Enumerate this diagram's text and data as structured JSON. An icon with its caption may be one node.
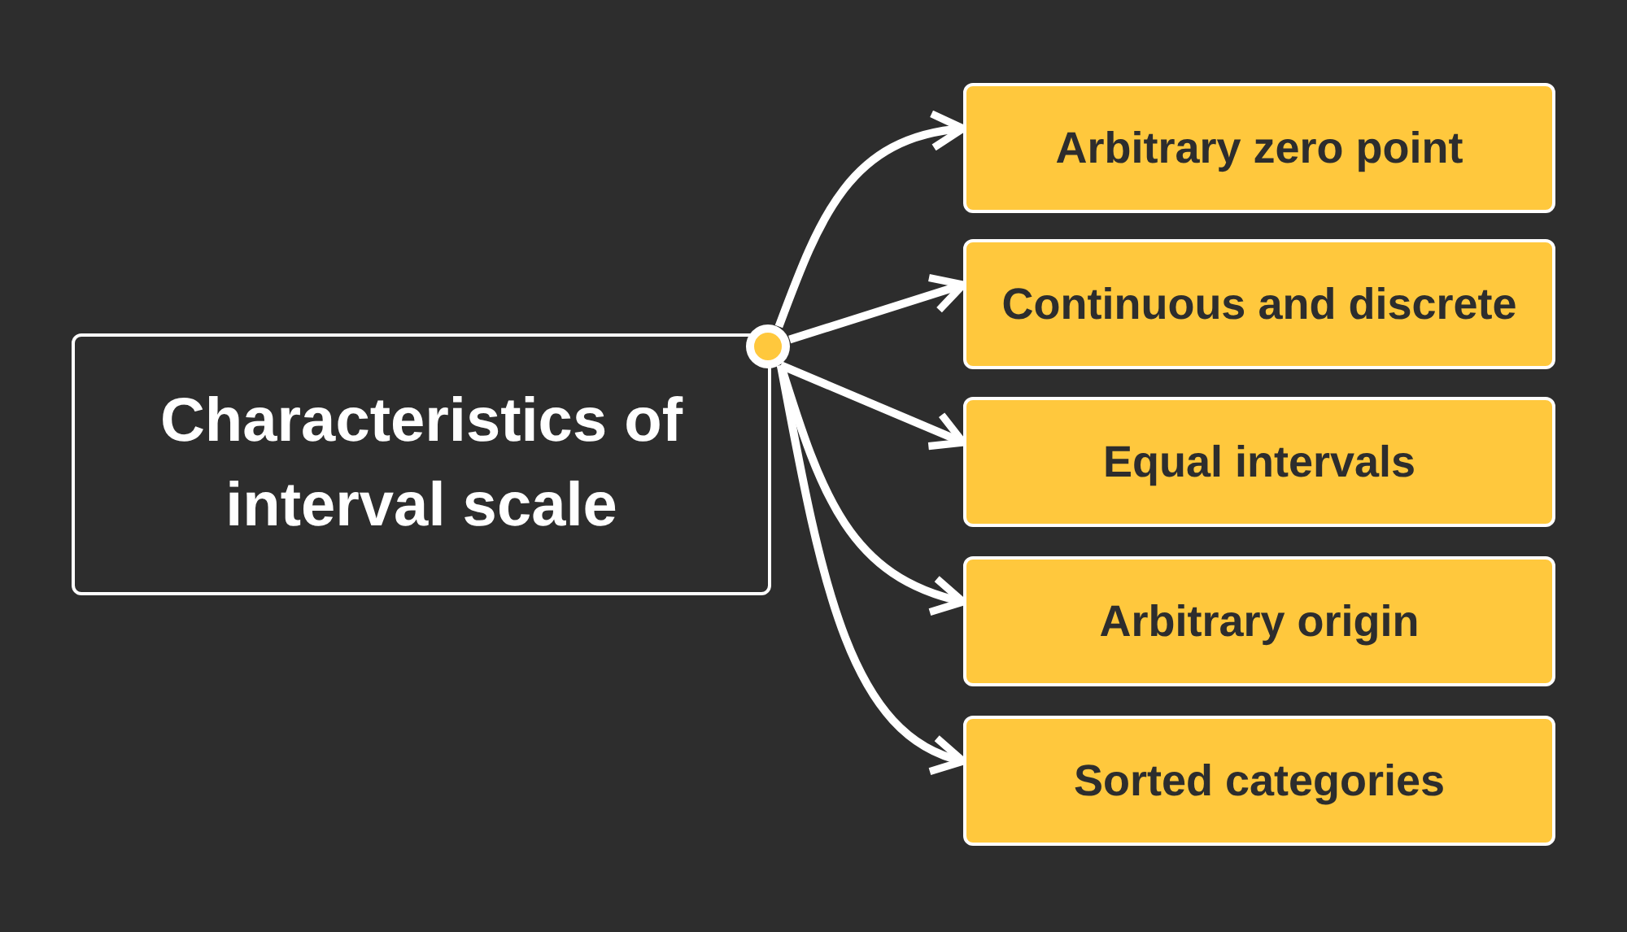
{
  "diagram": {
    "nodes": [
      {
        "text": [
          "Characteristics of interval scale"
        ]
      },
      {
        "text": [],
        "shape": "circle"
      },
      {
        "text": [
          "Arbitrary zero point"
        ]
      },
      {
        "text": [
          "Continuous and discrete"
        ]
      },
      {
        "text": [
          "Equal intervals"
        ]
      },
      {
        "text": [
          "Arbitrary origin"
        ]
      },
      {
        "text": [
          "Sorted categories"
        ]
      }
    ],
    "edges": [
      {
        "from": 1,
        "to": 2,
        "arrow": "to"
      },
      {
        "from": 1,
        "to": 3,
        "arrow": "to"
      },
      {
        "from": 1,
        "to": 4,
        "arrow": "to"
      },
      {
        "from": 1,
        "to": 5,
        "arrow": "to"
      },
      {
        "from": 1,
        "to": 6,
        "arrow": "to"
      }
    ]
  }
}
